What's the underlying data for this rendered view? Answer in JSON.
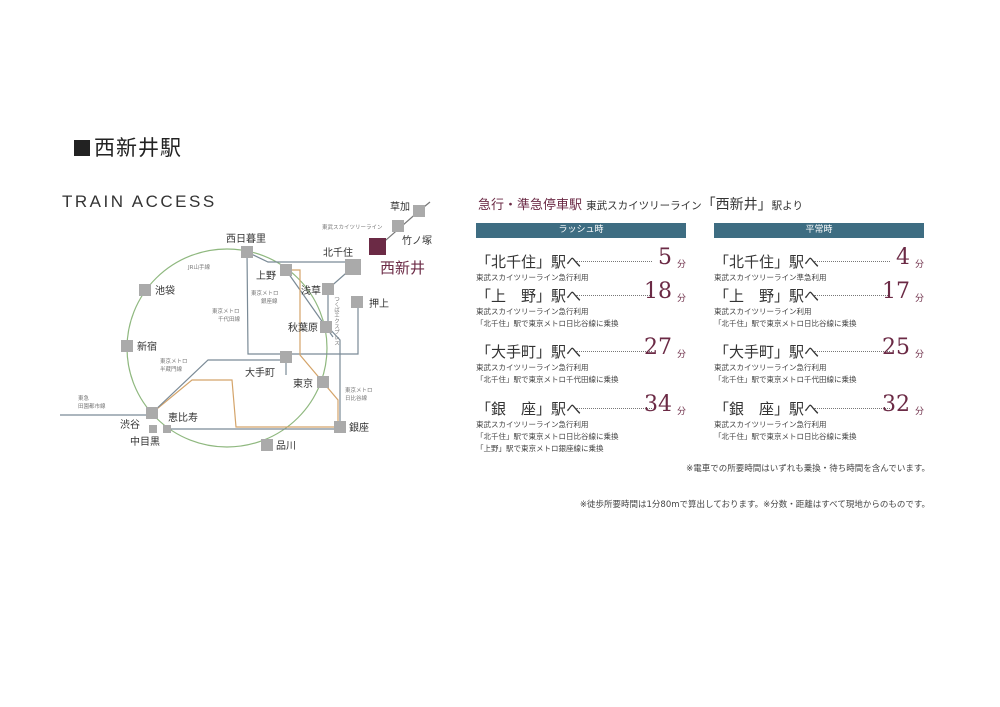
{
  "title": "西新井駅",
  "map": {
    "heading": "TRAIN ACCESS",
    "stations": {
      "soka": "草加",
      "takenotsuka": "竹ノ塚",
      "nishiarai": "西新井",
      "kitasenju": "北千住",
      "nishinippori": "西日暮里",
      "ueno": "上野",
      "asakusa": "浅草",
      "oshiage": "押上",
      "akihabara": "秋葉原",
      "otemachi": "大手町",
      "tokyo": "東京",
      "ginza": "銀座",
      "shinagawa": "品川",
      "ebisu": "恵比寿",
      "nakameguro": "中目黒",
      "shibuya": "渋谷",
      "shinjuku": "新宿",
      "ikebukuro": "池袋"
    },
    "lines": {
      "skytree": "東武スカイツリーライン",
      "yamanote": "JR山手線",
      "ginza_line": [
        "東京メトロ",
        "銀座線"
      ],
      "chiyoda": [
        "東京メトロ",
        "千代田線"
      ],
      "hanzomon": [
        "東京メトロ",
        "半蔵門線"
      ],
      "denentoshi": [
        "東急",
        "田園都市線"
      ],
      "tsukuba": "つくばエクスプレス",
      "hibiya": [
        "東京メトロ",
        "日比谷線"
      ]
    }
  },
  "access": {
    "heading": "急行・準急停車駅",
    "line": "東武スカイツリーライン",
    "station": "「西新井」",
    "suffix": "駅より",
    "unit": "分",
    "columns": [
      {
        "label": "ラッシュ時",
        "entries": [
          {
            "dest": "「北千住」駅へ",
            "minutes": "5",
            "notes": [
              "東武スカイツリーライン急行利用"
            ]
          },
          {
            "dest": "「上　野」駅へ",
            "minutes": "18",
            "notes": [
              "東武スカイツリーライン急行利用",
              "「北千住」駅で東京メトロ日比谷線に乗換"
            ]
          },
          {
            "dest": "「大手町」駅へ",
            "minutes": "27",
            "notes": [
              "東武スカイツリーライン急行利用",
              "「北千住」駅で東京メトロ千代田線に乗換"
            ]
          },
          {
            "dest": "「銀　座」駅へ",
            "minutes": "34",
            "notes": [
              "東武スカイツリーライン急行利用",
              "「北千住」駅で東京メトロ日比谷線に乗換",
              "「上野」駅で東京メトロ銀座線に乗換"
            ]
          }
        ]
      },
      {
        "label": "平常時",
        "entries": [
          {
            "dest": "「北千住」駅へ",
            "minutes": "4",
            "notes": [
              "東武スカイツリーライン準急利用"
            ]
          },
          {
            "dest": "「上　野」駅へ",
            "minutes": "17",
            "notes": [
              "東武スカイツリーライン利用",
              "「北千住」駅で東京メトロ日比谷線に乗換"
            ]
          },
          {
            "dest": "「大手町」駅へ",
            "minutes": "25",
            "notes": [
              "東武スカイツリーライン急行利用",
              "「北千住」駅で東京メトロ千代田線に乗換"
            ]
          },
          {
            "dest": "「銀　座」駅へ",
            "minutes": "32",
            "notes": [
              "東武スカイツリーライン急行利用",
              "「北千住」駅で東京メトロ日比谷線に乗換"
            ]
          }
        ]
      }
    ],
    "footnote1": "※電車での所要時間はいずれも乗換・待ち時間を含んでいます。",
    "footnote2": "※徒歩所要時間は1分80mで算出しております。※分数・距離はすべて現地からのものです。"
  },
  "colors": {
    "accent": "#6b2a45",
    "bar": "#3e6d82",
    "yamanote": "#8fb87f",
    "ginza_line": "#d4a46a"
  }
}
